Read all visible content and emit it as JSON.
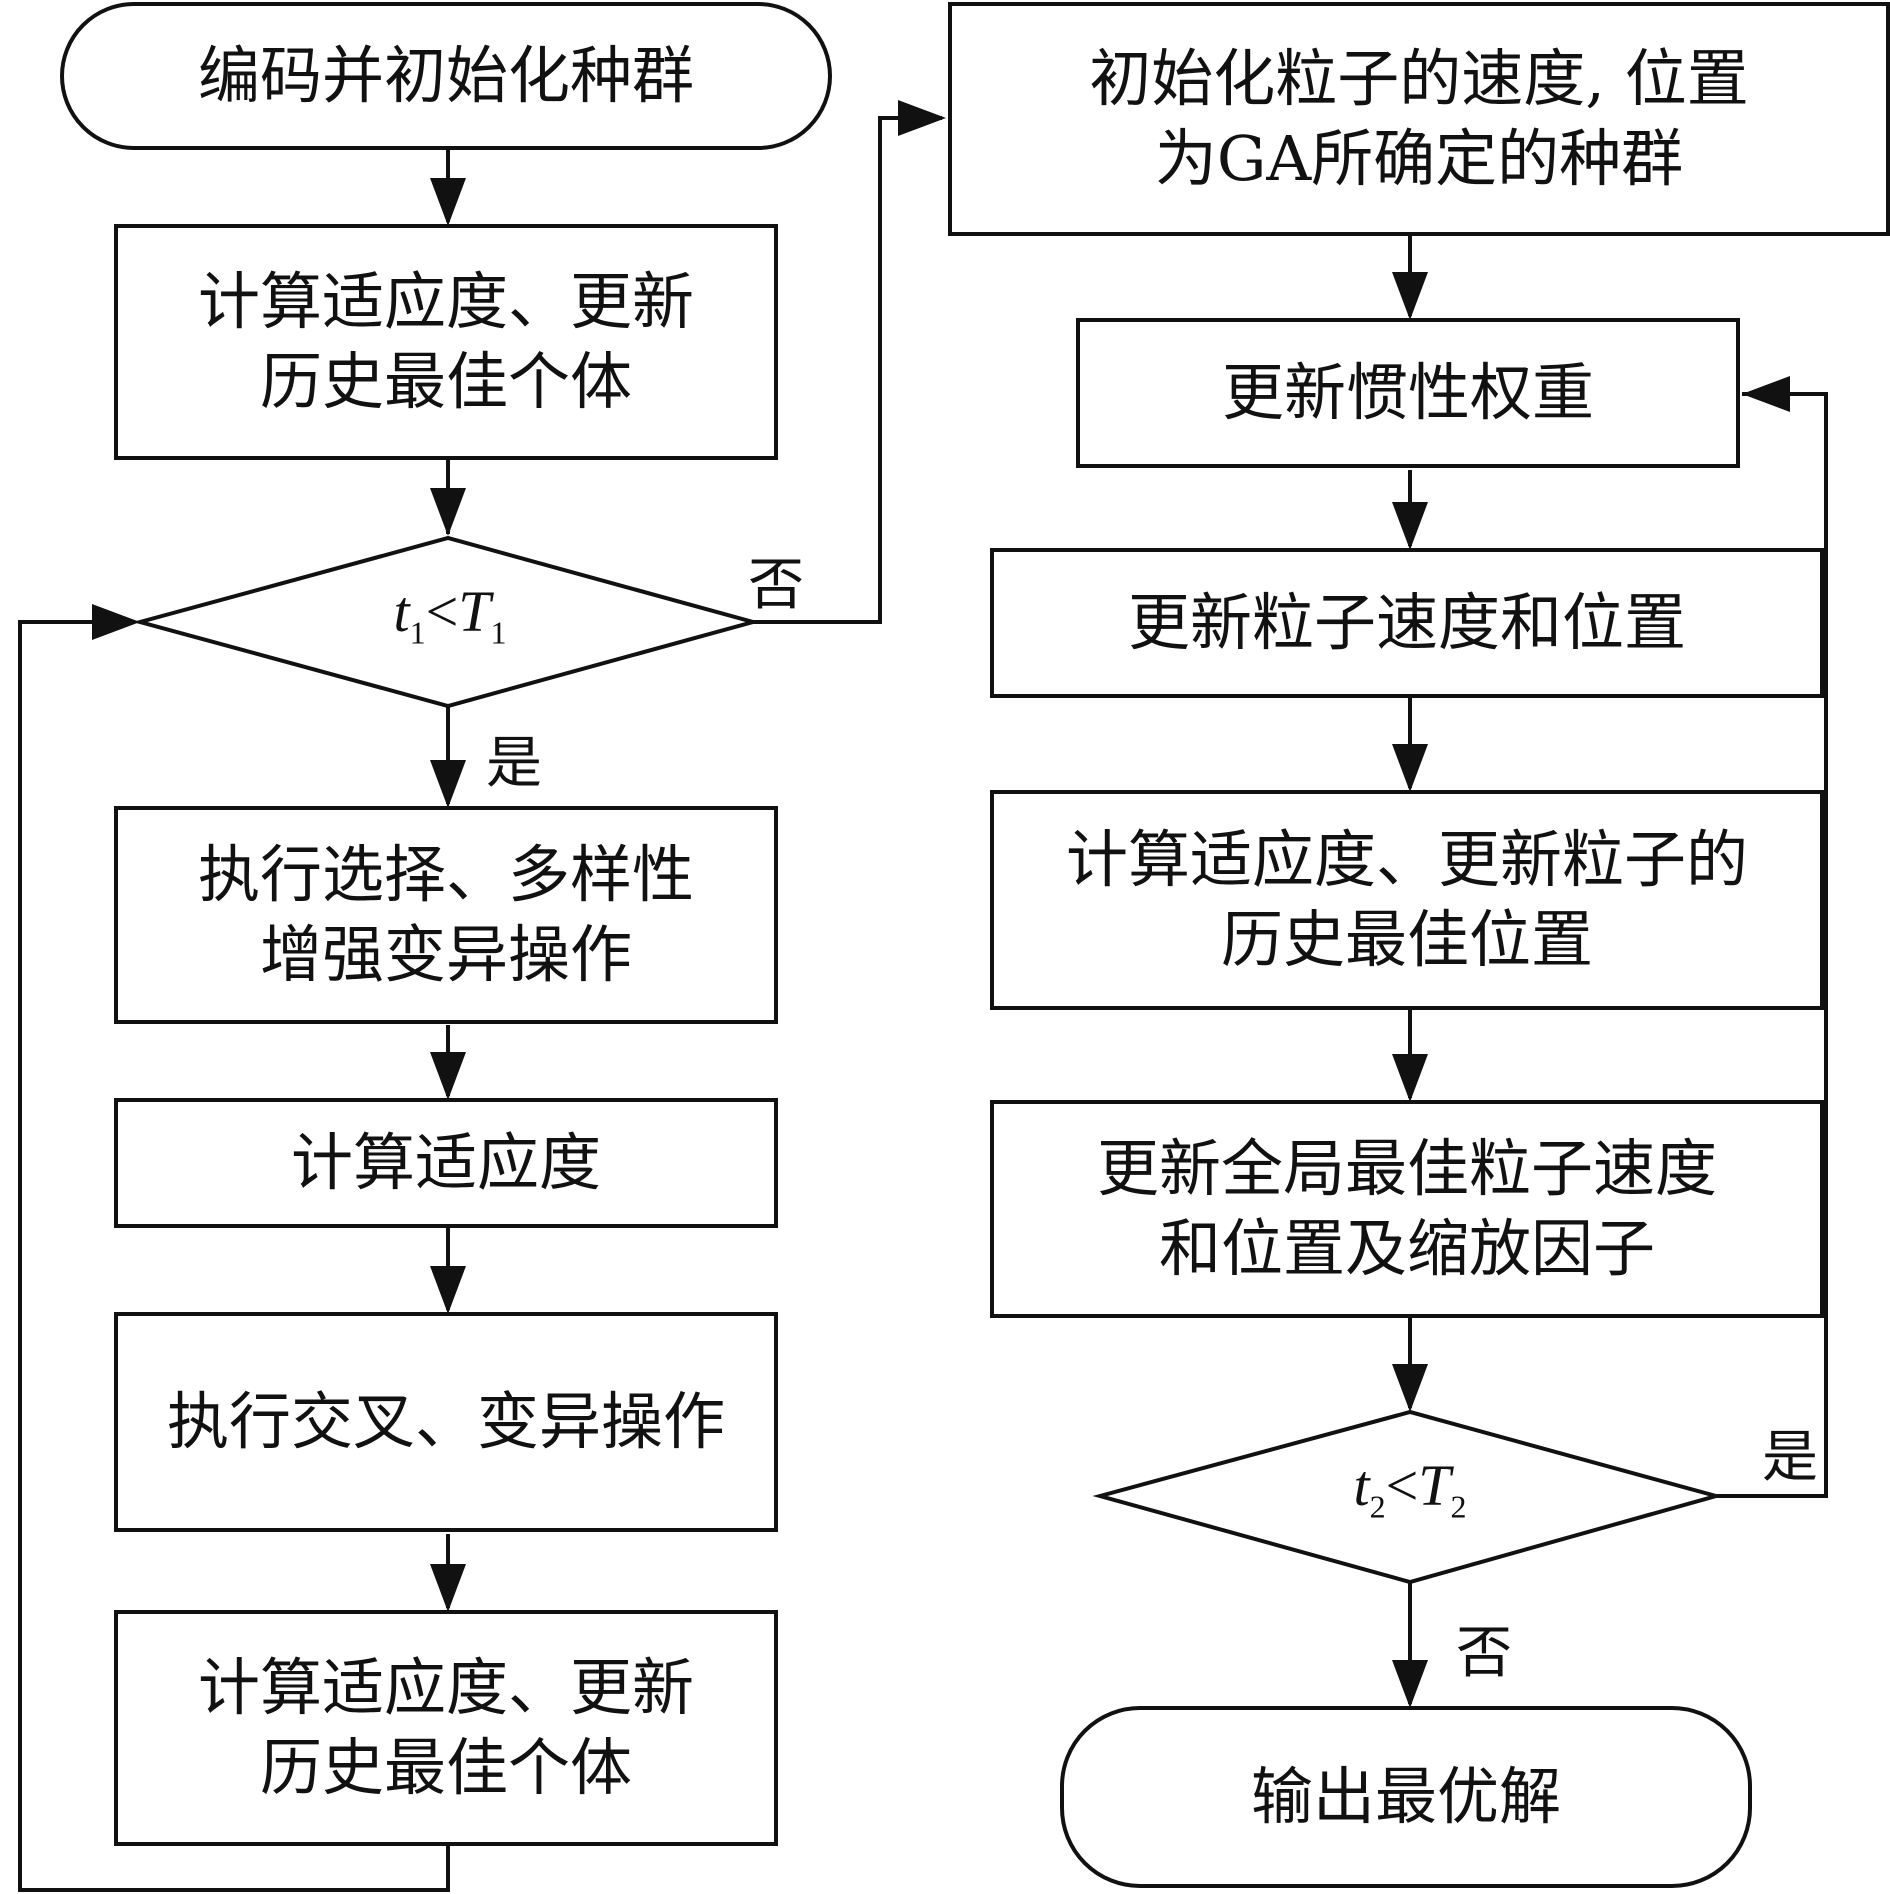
{
  "left_column": {
    "start": "编码并初始化种群",
    "fitness_update_1": [
      "计算适应度、更新",
      "历史最佳个体"
    ],
    "decision": {
      "var": "t",
      "sub": "1",
      "op": "<",
      "limit": "T",
      "limit_sub": "1"
    },
    "yes_label": "是",
    "no_label": "否",
    "selection": [
      "执行选择、多样性",
      "增强变异操作"
    ],
    "fitness": "计算适应度",
    "crossover": "执行交叉、变异操作",
    "fitness_update_2": [
      "计算适应度、更新",
      "历史最佳个体"
    ]
  },
  "right_column": {
    "init_particles": [
      "初始化粒子的速度, 位置",
      "为GA所确定的种群"
    ],
    "update_inertia": "更新惯性权重",
    "update_velocity": "更新粒子速度和位置",
    "fitness_update": [
      "计算适应度、更新粒子的",
      "历史最佳位置"
    ],
    "update_global": [
      "更新全局最佳粒子速度",
      "和位置及缩放因子"
    ],
    "decision": {
      "var": "t",
      "sub": "2",
      "op": "<",
      "limit": "T",
      "limit_sub": "2"
    },
    "yes_label": "是",
    "no_label": "否",
    "end": "输出最优解"
  }
}
